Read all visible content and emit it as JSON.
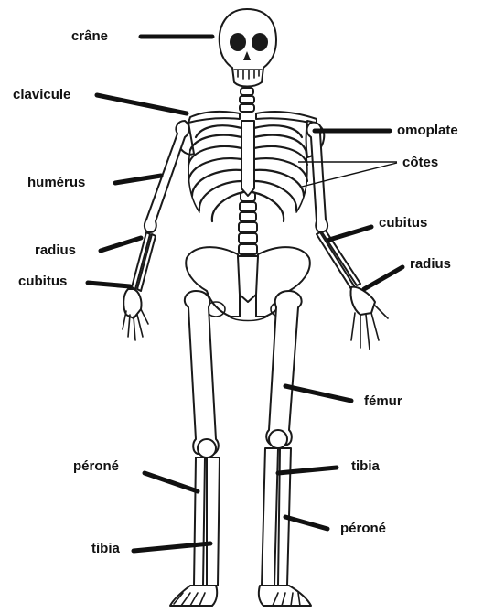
{
  "labels": {
    "skull": "crâne",
    "clavicle": "clavicule",
    "scapula": "omoplate",
    "ribs": "côtes",
    "humerus": "humérus",
    "ulna_right": "cubitus",
    "radius_left": "radius",
    "radius_right": "radius",
    "ulna_left": "cubitus",
    "femur": "fémur",
    "fibula_left": "péroné",
    "tibia_right": "tibia",
    "fibula_right": "péroné",
    "tibia_left": "tibia"
  },
  "colors": {
    "line": "#1a1a1a",
    "background": "#ffffff"
  }
}
